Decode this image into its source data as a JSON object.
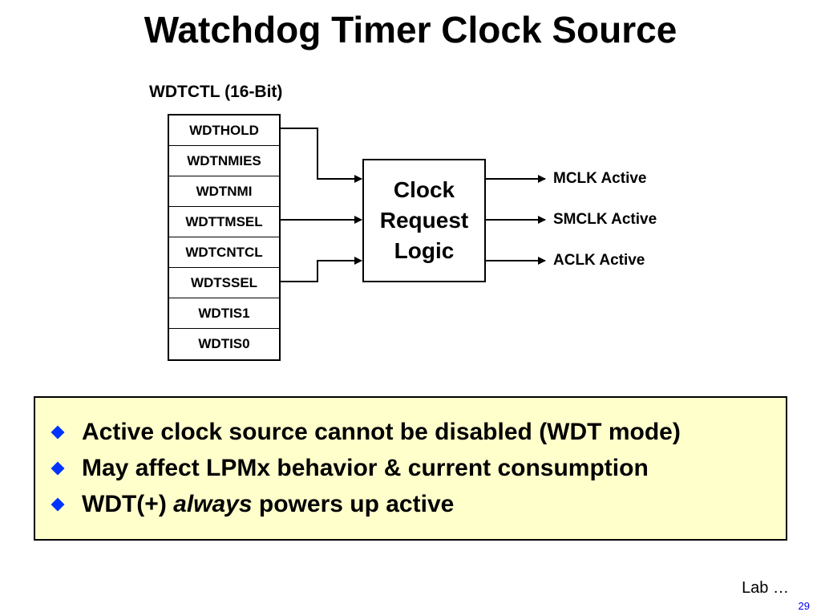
{
  "slide": {
    "title": "Watchdog Timer Clock Source",
    "page_number": "29",
    "lab_label": "Lab …"
  },
  "register": {
    "label": "WDTCTL (16-Bit)",
    "bits": [
      "WDTHOLD",
      "WDTNMIES",
      "WDTNMI",
      "WDTTMSEL",
      "WDTCNTCL",
      "WDTSSEL",
      "WDTIS1",
      "WDTIS0"
    ]
  },
  "logic": {
    "lines": [
      "Clock",
      "Request",
      "Logic"
    ]
  },
  "outputs": [
    "MCLK Active",
    "SMCLK Active",
    "ACLK Active"
  ],
  "bullets": {
    "items": [
      "Active clock source cannot be disabled (WDT mode)",
      "May affect LPMx behavior & current consumption"
    ],
    "third_prefix": "WDT(+) ",
    "third_emphasis": "always",
    "third_suffix": " powers up active",
    "icon_color": "#0033ff"
  },
  "colors": {
    "info_background": "#ffffcc",
    "page_number": "#0000ee"
  }
}
